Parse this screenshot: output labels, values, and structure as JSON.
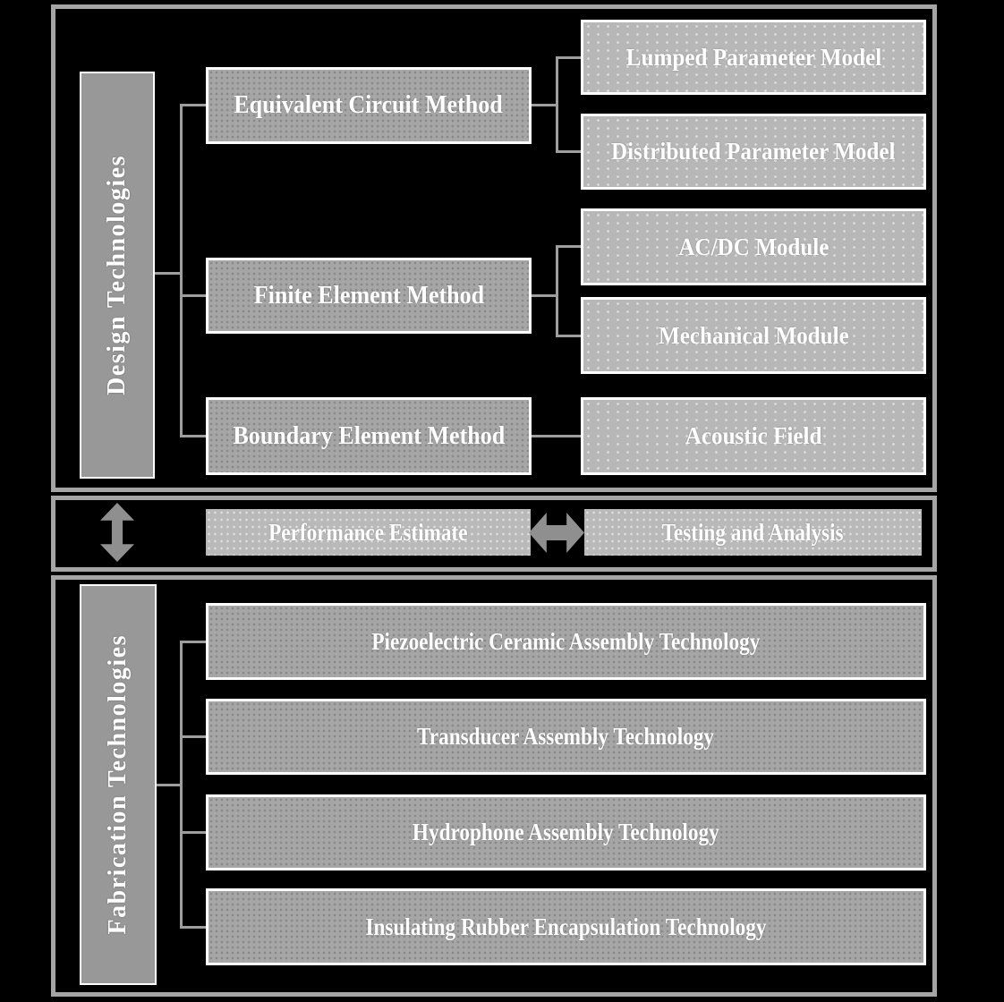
{
  "design": {
    "label": "Design Technologies",
    "methods": [
      {
        "label": "Equivalent Circuit Method"
      },
      {
        "label": "Finite Element Method"
      },
      {
        "label": "Boundary Element Method"
      }
    ],
    "submodels": [
      {
        "label": "Lumped Parameter Model"
      },
      {
        "label": "Distributed Parameter Model"
      },
      {
        "label": "AC/DC Module"
      },
      {
        "label": "Mechanical Module"
      },
      {
        "label": "Acoustic Field"
      }
    ]
  },
  "exchange": {
    "performance_label": "Performance Estimate",
    "testing_label": "Testing and Analysis",
    "vertical_arrow_icon": "double-headed-vertical-arrow",
    "horizontal_arrow_icon": "double-headed-horizontal-arrow"
  },
  "fabrication": {
    "label": "Fabrication Technologies",
    "items": [
      {
        "label": "Piezoelectric Ceramic Assembly Technology"
      },
      {
        "label": "Transducer Assembly Technology"
      },
      {
        "label": "Hydrophone Assembly Technology"
      },
      {
        "label": "Insulating Rubber Encapsulation Technology"
      }
    ]
  },
  "colors": {
    "background": "#000000",
    "frame_border": "#a5a5a5",
    "label_box_fill": "#989898",
    "method_box_fill": "#a6a6a6",
    "sub_box_fill": "#b7b7b7",
    "exchange_box_fill": "#b9b9b9",
    "box_border": "#ffffff",
    "connector": "#9e9e9e",
    "arrow": "#8f8f8f",
    "text": "#ffffff"
  }
}
